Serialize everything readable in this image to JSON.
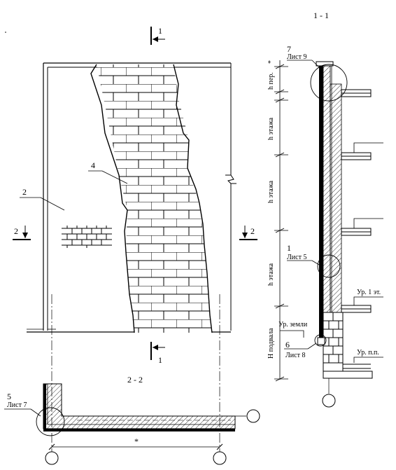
{
  "section_1_1": {
    "title": "1 - 1",
    "callout_top_num": "7",
    "callout_top_sheet": "Лист 9",
    "callout_mid_num": "1",
    "callout_mid_sheet": "Лист 5",
    "callout_bottom_num": "6",
    "callout_bottom_sheet": "Лист 8",
    "dim_h_per": "h пер.",
    "dim_h_per_mark": "*",
    "dim_h_floor_1": "h этажа",
    "dim_h_floor_2": "h этажа",
    "dim_h_floor_3": "h этажа",
    "dim_h_basement": "Н подвала",
    "level_first_floor": "Ур. 1 эт.",
    "level_ground": "Ур. земли",
    "level_basement_floor": "Ур. п.п."
  },
  "elevation": {
    "cut_mark_top": "1",
    "cut_mark_bottom": "1",
    "cut_mark_left": "2",
    "cut_mark_right": "2",
    "label_2": "2",
    "label_4": "4"
  },
  "section_2_2": {
    "title": "2 - 2",
    "callout_num": "5",
    "callout_sheet": "Лист 7",
    "dim_mark": "*"
  },
  "colors": {
    "ink": "#000000",
    "background": "#ffffff"
  }
}
